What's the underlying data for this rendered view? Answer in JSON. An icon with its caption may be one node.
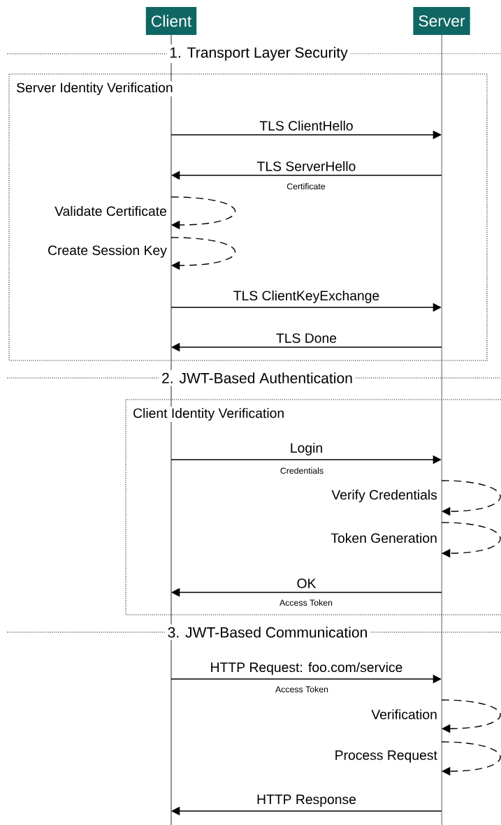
{
  "diagram": {
    "nodes": [
      {
        "text": [
          "Client"
        ]
      },
      {
        "text": [
          "Server"
        ]
      }
    ],
    "edges": [
      {
        "from": 0,
        "to": 1,
        "arrow": "to",
        "label": "TLS ClientHello"
      },
      {
        "from": 1,
        "to": 0,
        "arrow": "to",
        "label": "TLS ServerHello"
      },
      {
        "from": 0,
        "to": 0,
        "arrow": "to",
        "style": "dashed",
        "label": "Validate Certificate"
      },
      {
        "from": 0,
        "to": 0,
        "arrow": "to",
        "style": "dashed",
        "label": "Create Session Key"
      },
      {
        "from": 0,
        "to": 1,
        "arrow": "to",
        "label": "TLS ClientKeyExchange"
      },
      {
        "from": 1,
        "to": 0,
        "arrow": "to",
        "label": "TLS Done"
      },
      {
        "from": 0,
        "to": 1,
        "arrow": "to",
        "label": "Login"
      },
      {
        "from": 1,
        "to": 1,
        "arrow": "to",
        "style": "dashed",
        "label": "Verify Credentials"
      },
      {
        "from": 1,
        "to": 1,
        "arrow": "to",
        "style": "dashed",
        "label": "Token Generation"
      },
      {
        "from": 1,
        "to": 0,
        "arrow": "to",
        "label": "OK"
      },
      {
        "from": 0,
        "to": 1,
        "arrow": "to",
        "label": "HTTP Request: foo.com/service"
      },
      {
        "from": 1,
        "to": 1,
        "arrow": "to",
        "style": "dashed",
        "label": "Verification"
      },
      {
        "from": 1,
        "to": 1,
        "arrow": "to",
        "style": "dashed",
        "label": "Process Request"
      },
      {
        "from": 1,
        "to": 0,
        "arrow": "to",
        "label": "HTTP Response"
      }
    ],
    "labels": [
      "1. Transport Layer Security",
      "Server Identity Verification",
      "Certificate",
      "2. JWT-Based Authentication",
      "Client Identity Verification",
      "Credentials",
      "Access Token",
      "3. JWT-Based Communication",
      "Access Token"
    ]
  }
}
